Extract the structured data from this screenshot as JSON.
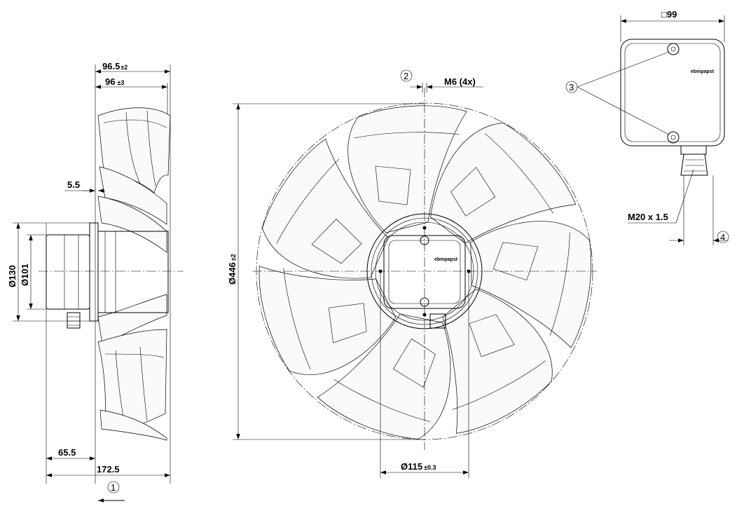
{
  "labels": {
    "side_depth_total": "96.5",
    "side_depth_total_tol": "±2",
    "side_depth": "96",
    "side_depth_tol": "±3",
    "flange_offset": "5.5",
    "motor_dia_outer": "Ø130",
    "motor_dia_inner": "Ø101",
    "rotor_offset": "65.5",
    "overall_length": "172.5",
    "callout_airflow": "1",
    "callout_2": "2",
    "mount_thread": "M6 (4x)",
    "fan_diameter": "Ø446",
    "fan_diameter_tol": "±2",
    "hub_bolt_circle": "Ø115",
    "hub_bolt_circle_tol": "±0.3",
    "box_size": "□99",
    "callout_3": "3",
    "callout_4": "4",
    "gland_thread": "M20 x 1.5",
    "brand_hub": "ebmpapst",
    "brand_box": "ebmpapst"
  }
}
